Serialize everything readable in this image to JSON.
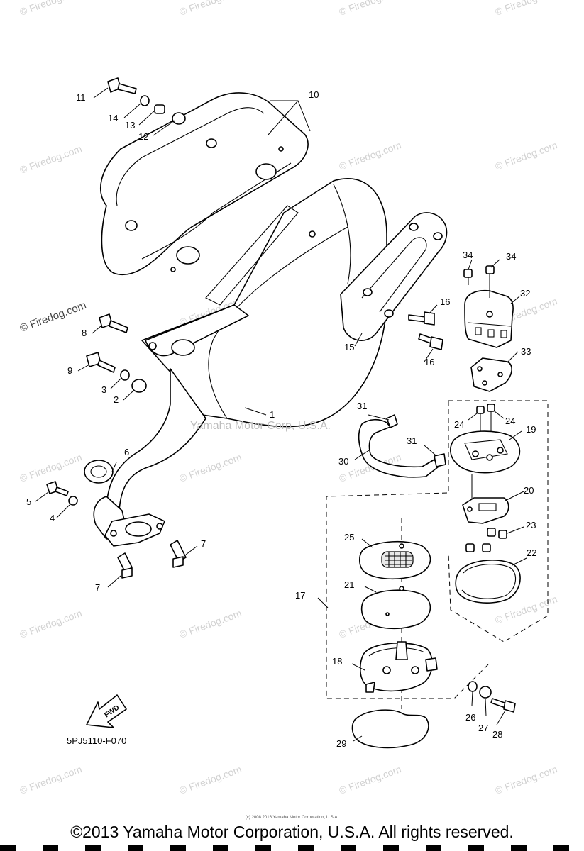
{
  "watermark": "© Firedog.com",
  "center_watermark": "Yamaha Motor Corp, U.S.A.",
  "diagram_code": "5PJ5110-F070",
  "fwd_label": "FWD",
  "tiny_copyright": "(c) 2008 2016 Yamaha Motor Corporation, U.S.A.",
  "footer": "©2013 Yamaha Motor Corporation, U.S.A. All rights reserved.",
  "callouts": [
    "1",
    "2",
    "3",
    "4",
    "5",
    "6",
    "7",
    "7",
    "8",
    "9",
    "10",
    "11",
    "12",
    "13",
    "14",
    "15",
    "16",
    "16",
    "17",
    "18",
    "19",
    "20",
    "21",
    "22",
    "23",
    "24",
    "24",
    "25",
    "26",
    "27",
    "28",
    "29",
    "30",
    "31",
    "31",
    "32",
    "33",
    "34",
    "34"
  ]
}
